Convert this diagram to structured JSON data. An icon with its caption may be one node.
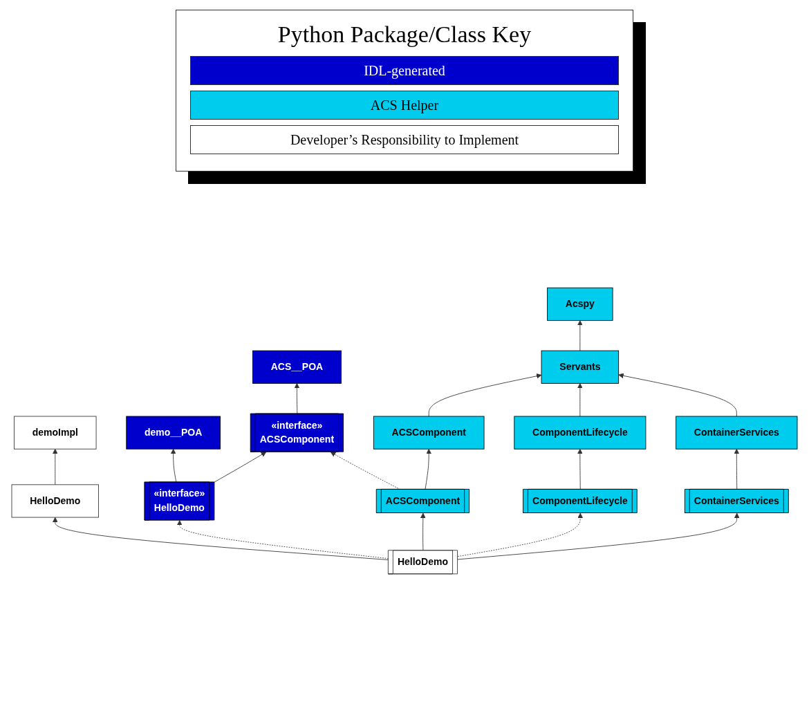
{
  "diagram": {
    "title": "Python Package/Class Key",
    "nodes": [
      {
        "text": [
          "demoImpl"
        ]
      },
      {
        "text": [
          "HelloDemo"
        ]
      },
      {
        "text": [
          "demo__POA"
        ]
      },
      {
        "text": [
          "ACS__POA"
        ]
      },
      {
        "text": [
          "Acspy"
        ]
      },
      {
        "text": [
          "«interface»",
          "HelloDemo"
        ]
      },
      {
        "text": [
          "«interface»",
          "ACSComponent"
        ]
      },
      {
        "text": [
          "Servants"
        ]
      },
      {
        "text": [
          "ACSComponent"
        ]
      },
      {
        "text": [
          "ComponentLifecycle"
        ]
      },
      {
        "text": [
          "ContainerServices"
        ]
      },
      {
        "text": [
          "HelloDemo"
        ]
      },
      {
        "text": [
          "ACSComponent"
        ]
      },
      {
        "text": [
          "ComponentLifecycle"
        ]
      },
      {
        "text": [
          "ContainerServices"
        ]
      }
    ],
    "edges": [
      {
        "from": 1,
        "to": 0,
        "arrow": "to"
      },
      {
        "from": 11,
        "to": 1,
        "arrow": "to"
      },
      {
        "from": 5,
        "to": 2,
        "arrow": "to"
      },
      {
        "from": 5,
        "to": 6,
        "arrow": "to"
      },
      {
        "from": 6,
        "to": 3,
        "arrow": "to"
      },
      {
        "from": 7,
        "to": 4,
        "arrow": "to"
      },
      {
        "from": 8,
        "to": 7,
        "arrow": "to"
      },
      {
        "from": 9,
        "to": 7,
        "arrow": "to"
      },
      {
        "from": 10,
        "to": 7,
        "arrow": "to"
      },
      {
        "from": 12,
        "to": 8,
        "arrow": "to"
      },
      {
        "from": 13,
        "to": 9,
        "arrow": "to"
      },
      {
        "from": 14,
        "to": 10,
        "arrow": "to"
      },
      {
        "from": 11,
        "to": 5,
        "arrow": "to",
        "style": "dashed"
      },
      {
        "from": 12,
        "to": 6,
        "arrow": "to",
        "style": "dashed"
      },
      {
        "from": 11,
        "to": 12,
        "arrow": "to"
      },
      {
        "from": 11,
        "to": 13,
        "arrow": "to",
        "style": "dashed"
      },
      {
        "from": 11,
        "to": 14,
        "arrow": "to"
      }
    ],
    "legend": [
      {
        "text": "IDL-generated",
        "color": "#0000cc"
      },
      {
        "text": "ACS Helper",
        "color": "#00ccee"
      },
      {
        "text": "Developer’s Responsibility to Implement",
        "color": "#ffffff"
      }
    ]
  }
}
